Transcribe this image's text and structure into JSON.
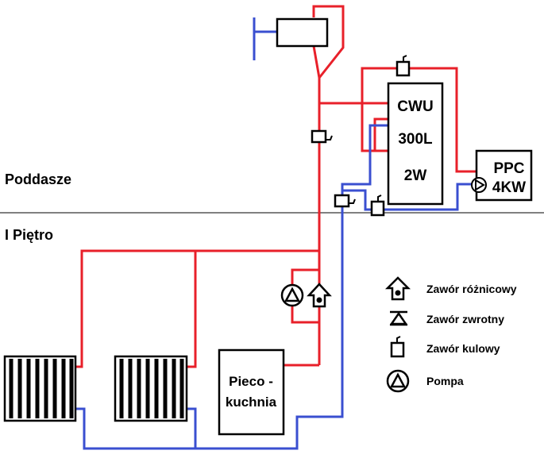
{
  "floors": {
    "upper": "Poddasze",
    "lower": "I Piętro"
  },
  "boxes": {
    "cwu": [
      "CWU",
      "300L",
      "2W"
    ],
    "ppc": [
      "PPC",
      "4KW"
    ],
    "stove": [
      "Pieco -",
      "kuchnia"
    ]
  },
  "legend": [
    {
      "icon": "differential-valve-icon",
      "label": "Zawór różnicowy"
    },
    {
      "icon": "check-valve-icon",
      "label": "Zawór zwrotny"
    },
    {
      "icon": "ball-valve-icon",
      "label": "Zawór kulowy"
    },
    {
      "icon": "pump-icon",
      "label": "Pompa"
    }
  ],
  "colors": {
    "supply": "#e8202a",
    "return": "#3a4fd0",
    "outline": "#000000"
  }
}
